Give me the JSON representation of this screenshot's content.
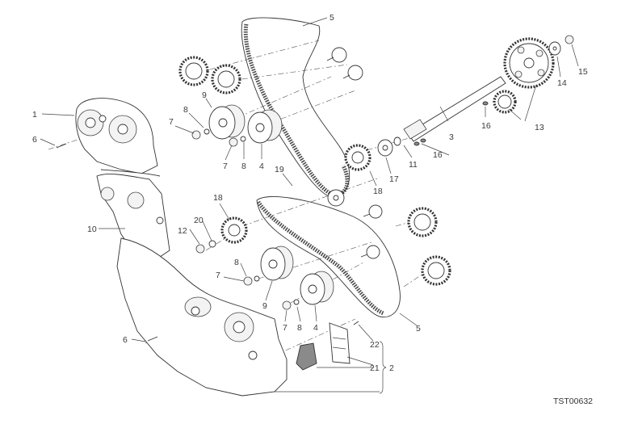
{
  "diagram": {
    "title": "Timing system exploded view",
    "drawing_code": "TST00632",
    "callouts": {
      "c1": "1",
      "c2": "2",
      "c3": "3",
      "c4a": "4",
      "c4b": "4",
      "c5a": "5",
      "c5b": "5",
      "c6a": "6",
      "c6b": "6",
      "c7a": "7",
      "c7b": "7",
      "c7c": "7",
      "c7d": "7",
      "c8a": "8",
      "c8b": "8",
      "c8c": "8",
      "c8d": "8",
      "c9a": "9",
      "c9b": "9",
      "c10": "10",
      "c11": "11",
      "c12": "12",
      "c13": "13",
      "c14": "14",
      "c15": "15",
      "c16a": "16",
      "c16b": "16",
      "c17": "17",
      "c18a": "18",
      "c18b": "18",
      "c19": "19",
      "c20": "20",
      "c21": "21",
      "c22": "22"
    }
  }
}
